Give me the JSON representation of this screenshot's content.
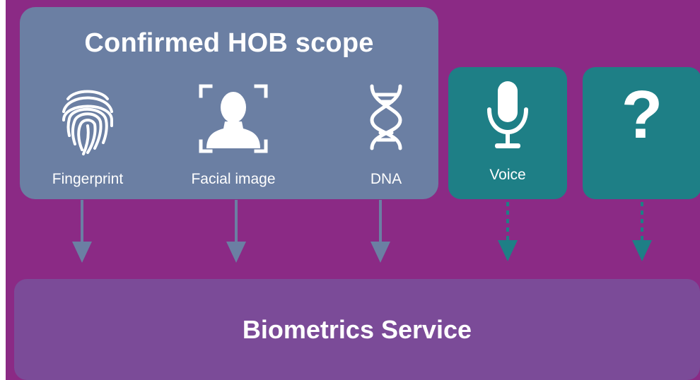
{
  "scope": {
    "title": "Confirmed HOB scope",
    "items": [
      {
        "label": "Fingerprint",
        "icon": "fingerprint-icon"
      },
      {
        "label": "Facial image",
        "icon": "face-scan-icon"
      },
      {
        "label": "DNA",
        "icon": "dna-icon"
      }
    ]
  },
  "candidates": [
    {
      "label": "Voice",
      "icon": "microphone-icon"
    },
    {
      "label": "",
      "icon": "question-mark-icon",
      "glyph": "?"
    }
  ],
  "service": {
    "label": "Biometrics Service"
  },
  "colors": {
    "background": "#8b2a85",
    "scope_box": "#6b7fa3",
    "candidate_box": "#1e7f86",
    "service_box": "#7b4b98",
    "solid_arrow": "#6b7fa3",
    "dashed_arrow": "#1e7f86"
  }
}
